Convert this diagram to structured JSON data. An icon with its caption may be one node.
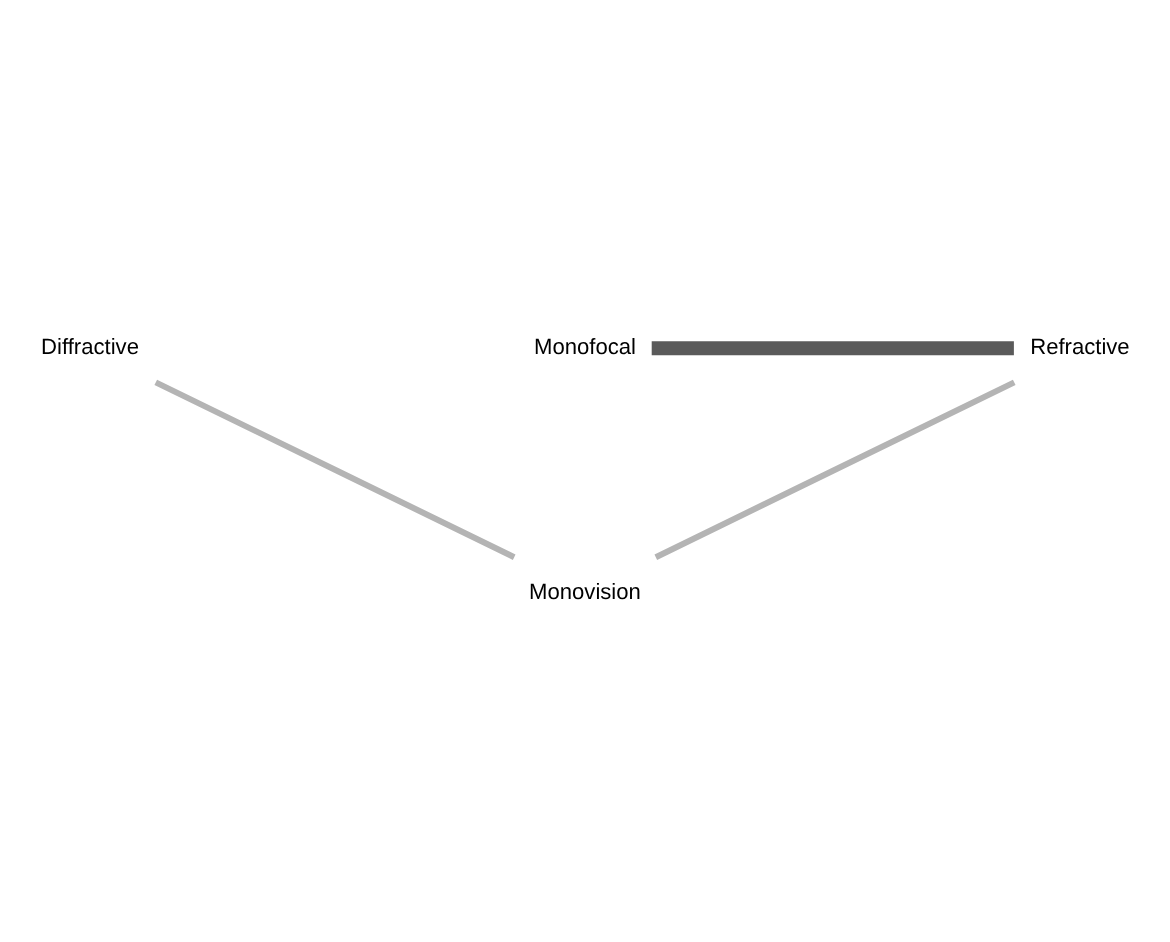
{
  "diagram": {
    "nodes": [
      {
        "text": [
          "Diffractive"
        ]
      },
      {
        "text": [
          "Monofocal"
        ]
      },
      {
        "text": [
          "Refractive"
        ]
      },
      {
        "text": [
          "Monovision"
        ]
      }
    ],
    "edges": [
      {
        "from": 0,
        "to": 3,
        "arrow": "none"
      },
      {
        "from": 1,
        "to": 2,
        "arrow": "none",
        "style": "thick",
        "color": "#5a5a5a"
      },
      {
        "from": 2,
        "to": 3,
        "arrow": "none"
      }
    ]
  }
}
